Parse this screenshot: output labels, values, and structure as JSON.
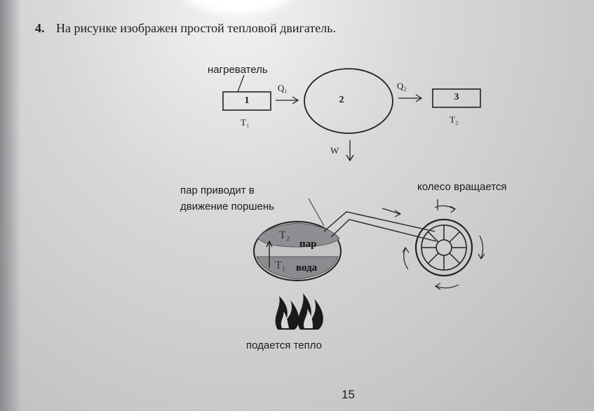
{
  "task": {
    "number": "4.",
    "text": "На рисунке изображен простой тепловой двигатель."
  },
  "schematic": {
    "heater_label": "нагреватель",
    "box1": "1",
    "box2": "2",
    "box3": "3",
    "q1": "Q₁",
    "q2": "Q₂",
    "t1": "T₁",
    "t2": "T₂",
    "w": "W"
  },
  "illustration": {
    "steam_line1": "пар приводит в",
    "steam_line2": "движение поршень",
    "wheel_label": "колесо вращается",
    "t2": "T₂",
    "t1": "T₁",
    "steam": "пар",
    "water": "вода",
    "heat_label": "подается тепло"
  },
  "page": {
    "number": "15"
  }
}
